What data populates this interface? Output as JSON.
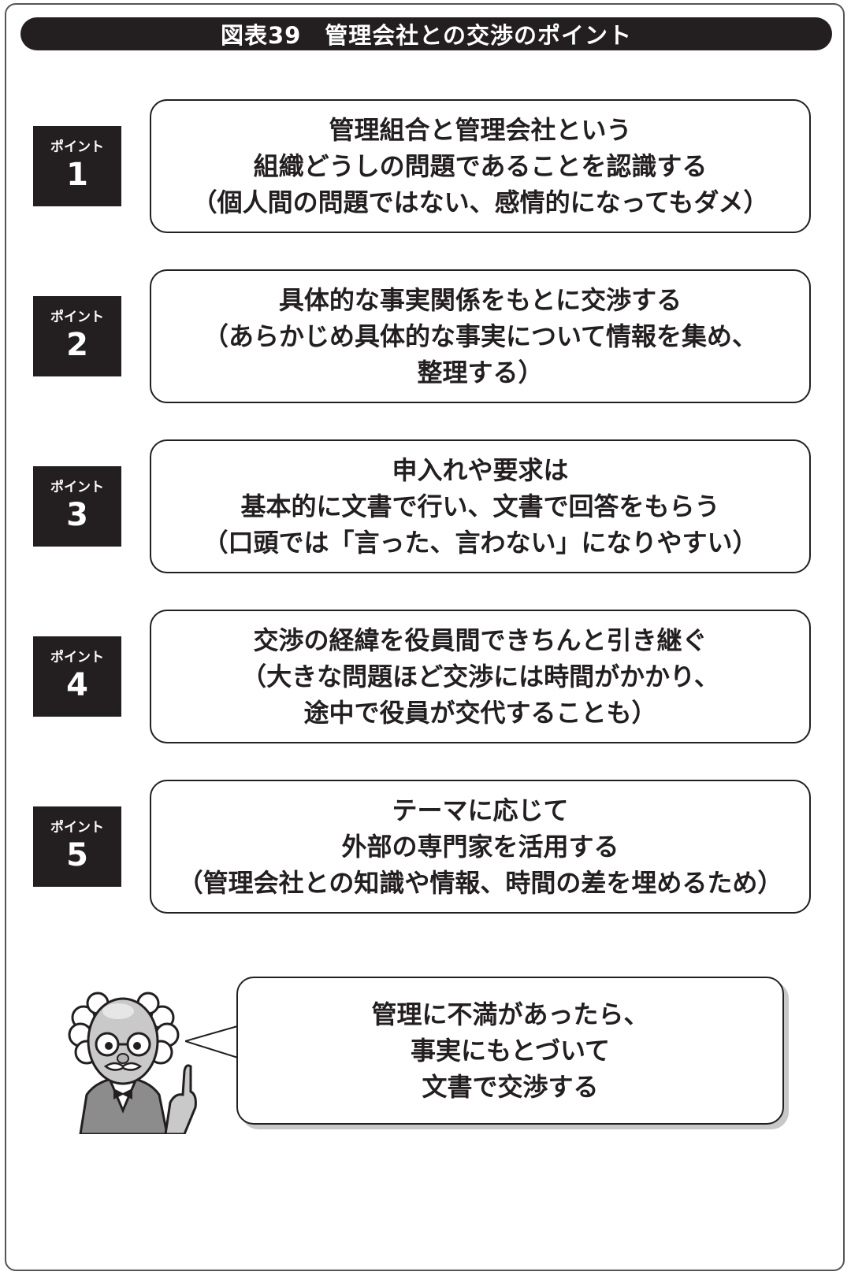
{
  "title": "図表39　管理会社との交渉のポイント",
  "point_label": "ポイント",
  "points": [
    {
      "number": "1",
      "lines": [
        "管理組合と管理会社という",
        "組織どうしの問題であることを認識する",
        "（個人間の問題ではない、感情的になってもダメ）"
      ]
    },
    {
      "number": "2",
      "lines": [
        "具体的な事実関係をもとに交渉する",
        "（あらかじめ具体的な事実について情報を集め、",
        "整理する）"
      ]
    },
    {
      "number": "3",
      "lines": [
        "申入れや要求は",
        "基本的に文書で行い、文書で回答をもらう",
        "（口頭では「言った、言わない」になりやすい）"
      ]
    },
    {
      "number": "4",
      "lines": [
        "交渉の経緯を役員間できちんと引き継ぐ",
        "（大きな問題ほど交渉には時間がかかり、",
        "途中で役員が交代することも）"
      ]
    },
    {
      "number": "5",
      "lines": [
        "テーマに応じて",
        "外部の専門家を活用する",
        "（管理会社との知識や情報、時間の差を埋めるため）"
      ]
    }
  ],
  "speech": {
    "lines": [
      "管理に不満があったら、",
      "事実にもとづいて",
      "文書で交渉する"
    ]
  }
}
